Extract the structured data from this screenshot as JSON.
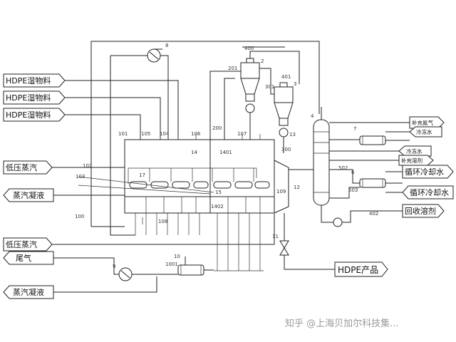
{
  "inlets_left": [
    {
      "label": "HDPE湿物料"
    },
    {
      "label": "HDPE湿物料"
    },
    {
      "label": "HDPE湿物料"
    },
    {
      "label": "低压蒸汽"
    },
    {
      "label": "蒸汽凝液"
    },
    {
      "label": "低压蒸汽"
    },
    {
      "label": "尾气"
    },
    {
      "label": "蒸汽凝液"
    }
  ],
  "right_tags": [
    {
      "label": "补充氮气"
    },
    {
      "label": "冷冻水"
    },
    {
      "label": "冷冻水"
    },
    {
      "label": "补充溶剂"
    },
    {
      "label": "循环冷却水"
    },
    {
      "label": "循环冷却水"
    },
    {
      "label": "回收溶剂"
    }
  ],
  "product_label": "HDPE产品",
  "watermark": "知乎 @上海贝加尔科技集...",
  "callouts": [
    {
      "text": "14"
    },
    {
      "text": "1401"
    },
    {
      "text": "15"
    },
    {
      "text": "1402"
    },
    {
      "text": "17"
    },
    {
      "text": "108"
    },
    {
      "text": "109"
    },
    {
      "text": "10"
    },
    {
      "text": "1001"
    },
    {
      "text": "9"
    },
    {
      "text": "11"
    },
    {
      "text": "4"
    },
    {
      "text": "6"
    },
    {
      "text": "502"
    },
    {
      "text": "503"
    },
    {
      "text": "13"
    },
    {
      "text": "12"
    },
    {
      "text": "101"
    },
    {
      "text": "103"
    },
    {
      "text": "102"
    },
    {
      "text": "100"
    },
    {
      "text": "104"
    },
    {
      "text": "105"
    },
    {
      "text": "106"
    },
    {
      "text": "107"
    },
    {
      "text": "200"
    },
    {
      "text": "300"
    },
    {
      "text": "201"
    },
    {
      "text": "301"
    },
    {
      "text": "2"
    },
    {
      "text": "3"
    },
    {
      "text": "8"
    },
    {
      "text": "7"
    },
    {
      "text": "400"
    },
    {
      "text": "401"
    },
    {
      "text": "402"
    }
  ]
}
